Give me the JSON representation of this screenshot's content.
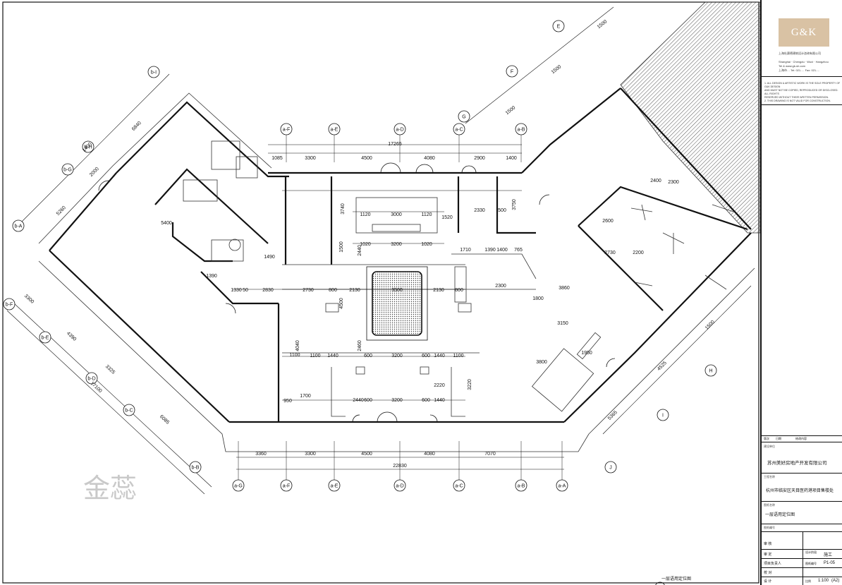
{
  "watermark": "金蕊",
  "sheet_caption": "一层语用定位图",
  "grid": {
    "bottom": [
      "a-G",
      "a-F",
      "a-E",
      "a-D",
      "a-C",
      "a-B",
      "a-A"
    ],
    "top": [
      "a-F",
      "a-E",
      "a-D",
      "a-C",
      "a-B"
    ],
    "left_diag": [
      "b-F",
      "b-E",
      "b-D",
      "b-C",
      "b-B",
      "b-A"
    ],
    "upper_left": [
      "b-I",
      "b-H",
      "b-G"
    ],
    "right_diag": [
      "E",
      "F",
      "G",
      "H",
      "I",
      "J"
    ]
  },
  "dims": {
    "bottom_segments": [
      "3360",
      "3300",
      "4500",
      "4080",
      "7070"
    ],
    "bottom_total": "22830",
    "top_segments": [
      "1085",
      "3300",
      "4500",
      "4080",
      "2900",
      "1400"
    ],
    "top_total": "17265",
    "left_segments": [
      "3300",
      "4390",
      "3325",
      "6085"
    ],
    "left_total": "17100",
    "upper_left": [
      "6840",
      "2000",
      "1400",
      "5260"
    ],
    "upper_right": [
      "1500",
      "1500",
      "1500"
    ],
    "right_lower": [
      "1500",
      "4525",
      "5365"
    ],
    "inner_row1": [
      "1120",
      "3000",
      "1120"
    ],
    "inner_row2": [
      "1020",
      "3200",
      "1020"
    ],
    "inner_mid": [
      "1330",
      "50",
      "2830",
      "2730",
      "800",
      "2130",
      "3500",
      "2130",
      "800"
    ],
    "inner_row3": [
      "1100",
      "1440",
      "600",
      "3200",
      "600",
      "1440",
      "1100"
    ],
    "inner_row4": [
      "2440",
      "600",
      "3200",
      "600",
      "1440"
    ],
    "inner_vert": [
      "3740",
      "1500",
      "2440",
      "2460",
      "4040",
      "4500",
      "3220",
      "3750"
    ],
    "misc": [
      "2330",
      "500",
      "1710",
      "1390",
      "1400",
      "765",
      "1390",
      "1490",
      "950",
      "2200",
      "2300",
      "1800",
      "3860",
      "3150",
      "1950",
      "3800",
      "1520",
      "1700",
      "2400",
      "2300",
      "2600",
      "2730",
      "1100",
      "2220",
      "5400"
    ]
  },
  "company": {
    "logo": "G&K",
    "name": "上海杜赛德建筑设计咨询有限公司",
    "services": "Shanghai · Chengdu · Wuxi · Hangzhou",
    "web": "Tel & www.gk-sh.com",
    "address": "上海市…  Tel: 021-…  Fax: 021-…"
  },
  "notes": [
    "1. ALL DESIGN & ARTISTIC WORK IS THE SOLE PROPERTY OF G&K DESIGN",
    "   AND MUST NOT BE COPIED, REPRODUCED OR DISCLOSED. ALL RIGHTS",
    "   RESERVED WITHOUT THEIR WRITTEN PERMISSION.",
    "2. THIS DRAWING IS NOT VALID FOR CONSTRUCTION."
  ],
  "title_block": {
    "rev_headers": [
      "版次",
      "日期",
      "修改内容"
    ],
    "client_label": "建设单位",
    "client": "苏州美好房地产开发有限公司",
    "project_label": "工程名称",
    "project": "杭州市临安区天目医药港项目售楼处",
    "drawing_label": "图纸名称",
    "drawing": "一层语用定位图",
    "drawing_no_label": "图纸编号",
    "role_1": "审 核",
    "role_2": "审 定",
    "role_3": "项目负责人",
    "role_4": "校 对",
    "role_5": "设 计",
    "phase_label": "设计阶段",
    "phase": "施工",
    "sheet_label": "图纸编号",
    "sheet": "P1-05",
    "scale_label": "比例",
    "scale": "1:100",
    "size": "(A2)"
  }
}
